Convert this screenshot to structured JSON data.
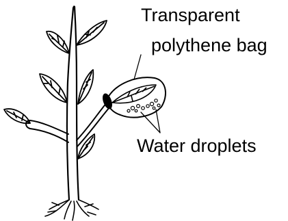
{
  "labels": {
    "bag_line1": "Transparent",
    "bag_line2": "polythene bag",
    "droplets": "Water droplets"
  },
  "colors": {
    "ink": "#000000",
    "background": "#ffffff"
  }
}
